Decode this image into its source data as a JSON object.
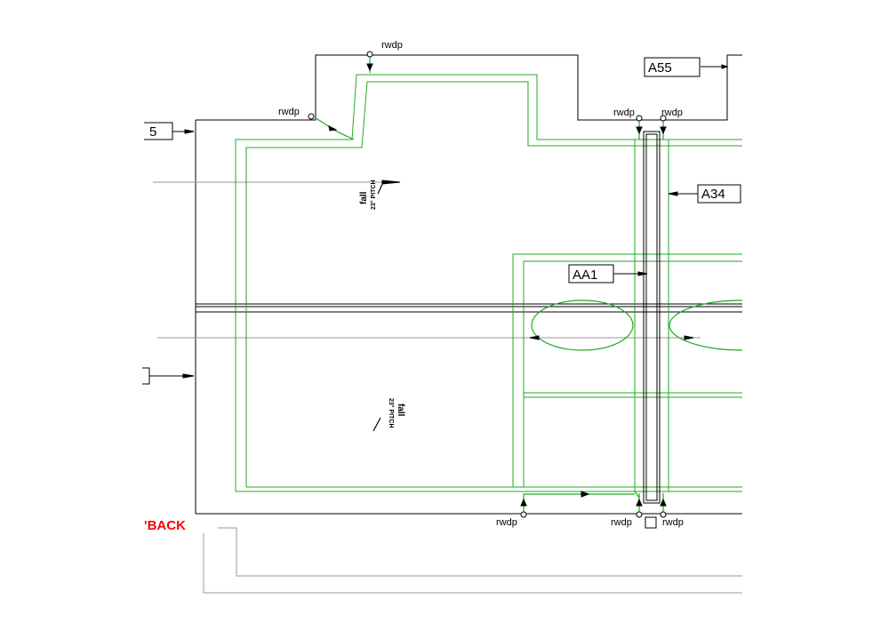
{
  "labels": {
    "rwdp": "rwdp",
    "a55": "A55",
    "a34": "A34",
    "aa1": "AA1",
    "left_tag": "5",
    "fall": "fall",
    "pitch": "23° PITCH",
    "setback": "'BACK"
  },
  "colors": {
    "line": "#000000",
    "green": "#00aa00",
    "gray": "#888888",
    "red": "#ff0000"
  }
}
